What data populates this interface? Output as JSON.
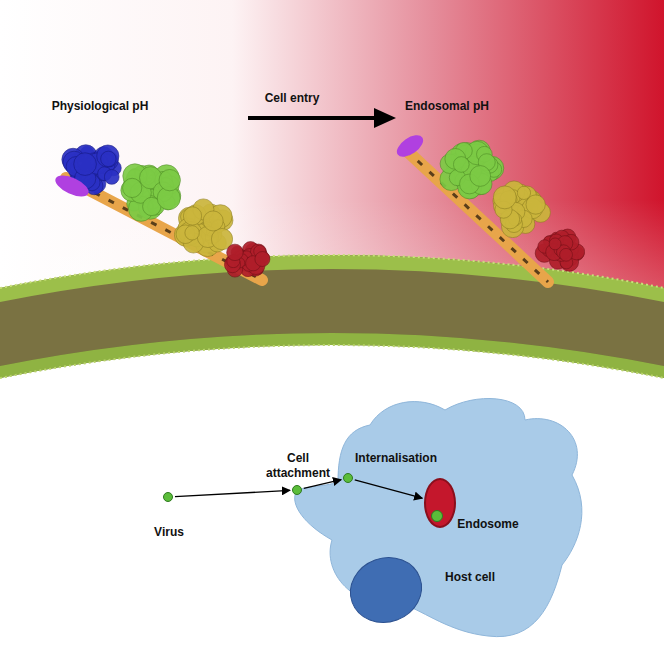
{
  "diagram": {
    "nodes": [
      {
        "text": [
          "Virus"
        ]
      },
      {
        "text": [
          "Host cell"
        ]
      },
      {
        "text": [
          "Cell attachment"
        ],
        "in": 1
      },
      {
        "text": [
          "Internalisation"
        ],
        "in": 1
      },
      {
        "text": [
          "Endosome"
        ],
        "in": 1
      }
    ],
    "edges": [
      {
        "from": 0,
        "to": 2,
        "arrow": "to"
      },
      {
        "from": 2,
        "to": 3,
        "arrow": "to"
      },
      {
        "from": 3,
        "to": 4,
        "arrow": "to"
      }
    ],
    "labels": [
      "Physiological pH",
      "Cell entry",
      "Endosomal pH"
    ]
  }
}
